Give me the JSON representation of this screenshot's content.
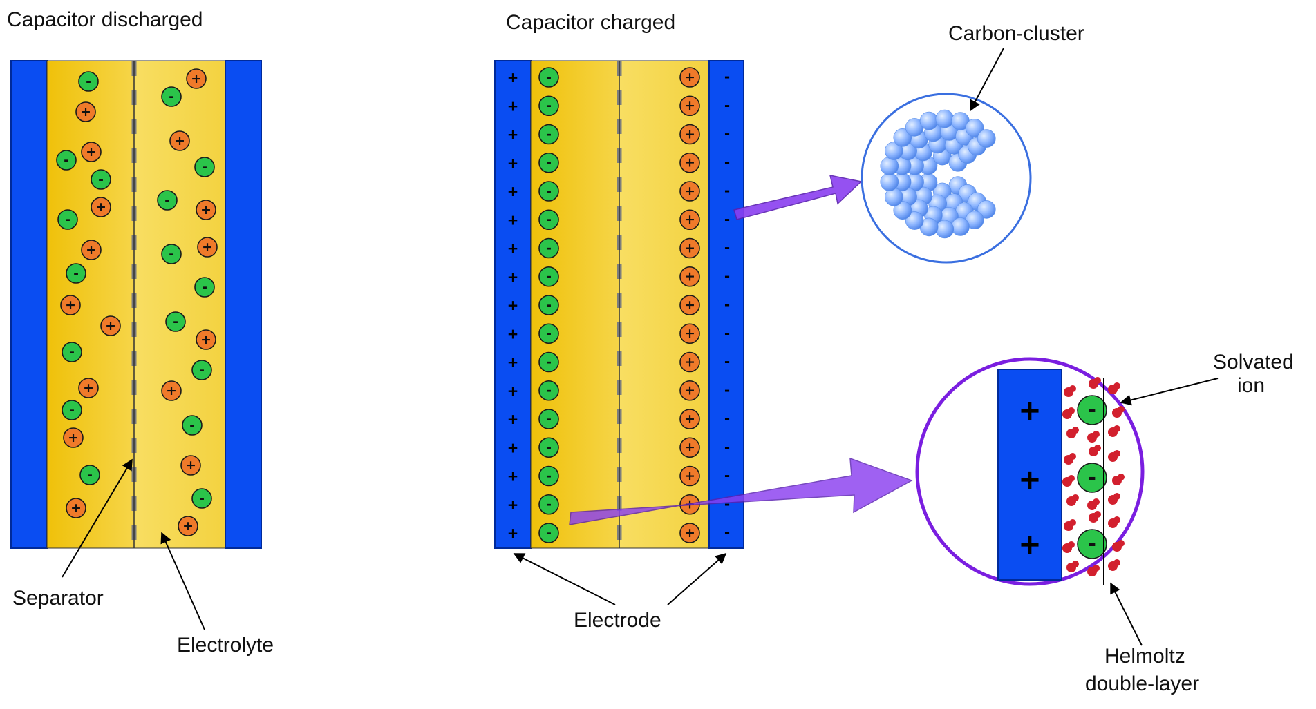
{
  "colors": {
    "electrode": "#0a4df2",
    "electrode_edge": "#002a9a",
    "electrolyte_dark": "#f2cc1c",
    "electrolyte_light": "#f8e05f",
    "separator": "#7d7d7d",
    "anion": "#2bc44a",
    "cation": "#ef7a2a",
    "ion_edge": "#1a1a1a",
    "arrow": "#8a3ff0",
    "cluster_ring": "#3a6fe0",
    "cluster_ball": "#8fb8ff",
    "solvent": "#d2202e",
    "inset_ring": "#7a1ee0"
  },
  "icons": {
    "anion": "minus-ion-icon",
    "cation": "plus-ion-icon",
    "pointer": "arrow-icon"
  },
  "signs": {
    "plus": "+",
    "minus": "-"
  },
  "left_panel": {
    "title": "Capacitor discharged",
    "separator_label": "Separator",
    "electrolyte_label": "Electrolyte"
  },
  "middle_panel": {
    "title": "Capacitor charged",
    "electrode_label": "Electrode"
  },
  "carbon_inset": {
    "label": "Carbon-cluster"
  },
  "double_layer_inset": {
    "solvated_label": [
      "Solvated",
      "ion"
    ],
    "helmholtz_label": [
      "Helmoltz",
      "double-layer"
    ]
  }
}
